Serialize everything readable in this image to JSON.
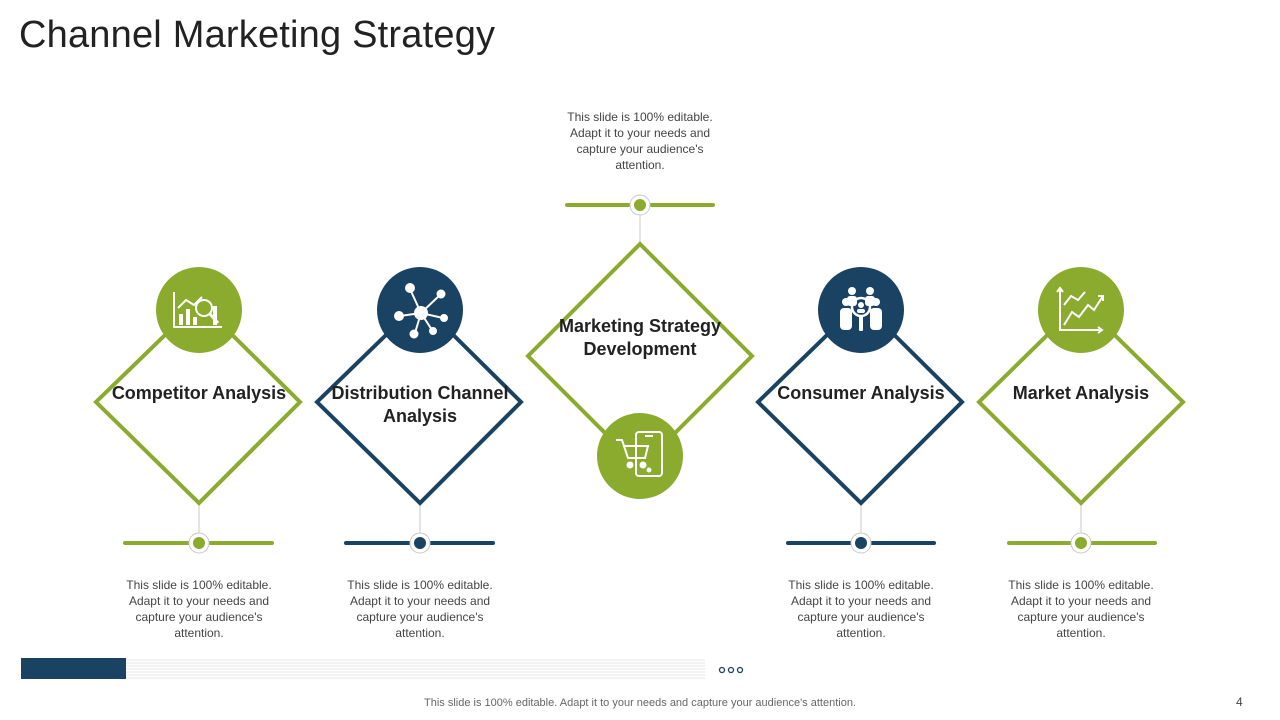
{
  "title": "Channel Marketing Strategy",
  "colors": {
    "green": "#8aab2e",
    "navy": "#1a4262"
  },
  "items": [
    {
      "label": "Competitor Analysis",
      "description": "This slide is 100% editable. Adapt it to your needs and capture your audience's attention.",
      "icon": "analytics-search-icon",
      "color": "green"
    },
    {
      "label": "Distribution Channel Analysis",
      "description": "This slide is 100% editable. Adapt it to your needs and capture your audience's attention.",
      "icon": "network-nodes-icon",
      "color": "navy"
    },
    {
      "label": "Marketing Strategy Development",
      "description": "This slide is 100% editable. Adapt it to your needs and capture your audience's attention.",
      "icon": "mobile-shopping-cart-icon",
      "color": "green"
    },
    {
      "label": "Consumer Analysis",
      "description": "This slide is 100% editable. Adapt it to your needs and capture your audience's attention.",
      "icon": "consumer-group-icon",
      "color": "navy"
    },
    {
      "label": "Market Analysis",
      "description": "This slide is 100% editable. Adapt it to your needs and capture your audience's attention.",
      "icon": "growth-chart-icon",
      "color": "green"
    }
  ],
  "footer": "This slide is 100% editable. Adapt it to your needs and capture your audience's attention.",
  "page_number": "4"
}
